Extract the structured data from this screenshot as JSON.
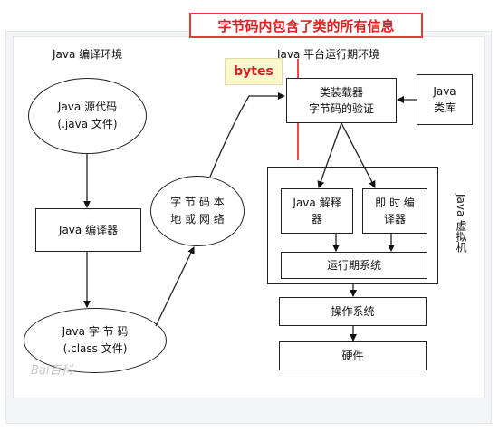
{
  "title": "字节码内包含了类的所有信息",
  "compile_env_label": "Java 编译环境",
  "runtime_env_label": "Java 平台运行期环境",
  "bytes_label": "bytes",
  "source_code": {
    "line1": "Java  源代码",
    "line2": "(.java 文件)"
  },
  "compiler": "Java 编译器",
  "bytecode": {
    "line1": "Java   字 节 码",
    "line2": "(.class 文件)"
  },
  "network": {
    "line1": "字 节 码 本",
    "line2": "地 或 网 络"
  },
  "classloader": {
    "line1": "类装载器",
    "line2": "字节码的验证"
  },
  "java_library": {
    "line1": "Java",
    "line2": "类库"
  },
  "interpreter": {
    "line1": "Java 解释",
    "line2": "器"
  },
  "jit": {
    "line1": "即 时 编",
    "line2": "译器"
  },
  "runtime_system": "运行期系统",
  "jvm_label": "Java 虚拟机",
  "os": "操作系统",
  "hardware": "硬件",
  "watermark": "Bai百科"
}
